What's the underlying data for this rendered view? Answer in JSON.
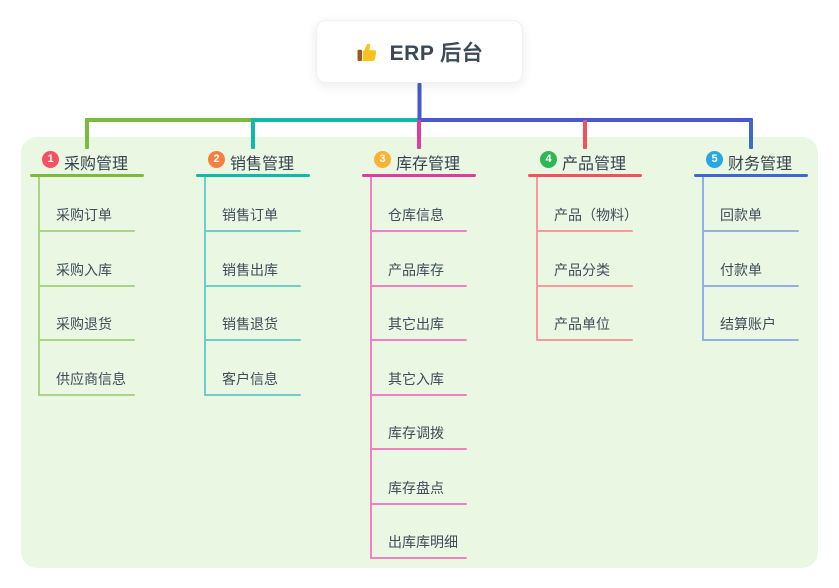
{
  "root": {
    "label": "ERP 后台",
    "icon": "thumbs-up-icon"
  },
  "colors": {
    "panel_bg": "#EAF7E3",
    "root_text": "#3C4858",
    "header_text": "#37434F",
    "child_text": "#3F4C59",
    "root_line_blue": "#4758D0",
    "thumb_yellow": "#FCC21B",
    "thumb_sleeve": "#9A5B23"
  },
  "branches": [
    {
      "badge": "1",
      "label": "采购管理",
      "badge_color": "#F55063",
      "line_color": "#7ABB3B",
      "child_line_color": "#A9D488",
      "children": [
        "采购订单",
        "采购入库",
        "采购退货",
        "供应商信息"
      ]
    },
    {
      "badge": "2",
      "label": "销售管理",
      "badge_color": "#F87F3D",
      "line_color": "#12B8AB",
      "child_line_color": "#6FCFC6",
      "children": [
        "销售订单",
        "销售出库",
        "销售退货",
        "客户信息"
      ]
    },
    {
      "badge": "3",
      "label": "库存管理",
      "badge_color": "#F9B233",
      "line_color": "#DA3F9F",
      "child_line_color": "#F07FC3",
      "children": [
        "仓库信息",
        "产品库存",
        "其它出库",
        "其它入库",
        "库存调拨",
        "库存盘点",
        "出库库明细"
      ]
    },
    {
      "badge": "4",
      "label": "产品管理",
      "badge_color": "#2EB854",
      "line_color": "#F4515F",
      "child_line_color": "#F79AA0",
      "children": [
        "产品（物料）",
        "产品分类",
        "产品单位"
      ]
    },
    {
      "badge": "5",
      "label": "财务管理",
      "badge_color": "#29A8E0",
      "line_color": "#3E68CC",
      "child_line_color": "#93B0E3",
      "children": [
        "回款单",
        "付款单",
        "结算账户"
      ]
    }
  ]
}
